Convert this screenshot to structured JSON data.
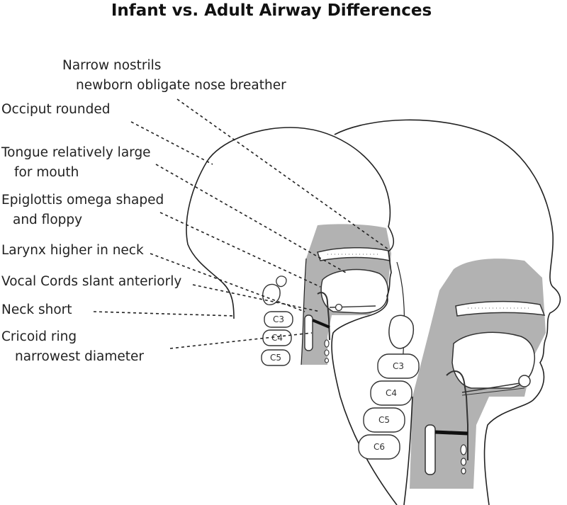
{
  "title": "Infant vs. Adult Airway Differences",
  "labels": [
    {
      "id": "narrow-nostrils",
      "line1": "Narrow nostrils",
      "line2": "newborn obligate nose breather"
    },
    {
      "id": "occiput",
      "line1": "Occiput rounded"
    },
    {
      "id": "tongue",
      "line1": "Tongue relatively large",
      "line2": "for mouth"
    },
    {
      "id": "epiglottis",
      "line1": "Epiglottis omega shaped",
      "line2": "and floppy"
    },
    {
      "id": "larynx",
      "line1": "Larynx higher in neck"
    },
    {
      "id": "vocal-cords",
      "line1": "Vocal Cords slant anteriorly"
    },
    {
      "id": "neck-short",
      "line1": "Neck short"
    },
    {
      "id": "cricoid",
      "line1": "Cricoid ring",
      "line2": "narrowest diameter"
    }
  ],
  "vertebrae": {
    "infant": [
      "C3",
      "C4",
      "C5"
    ],
    "adult": [
      "C3",
      "C4",
      "C5",
      "C6"
    ]
  }
}
